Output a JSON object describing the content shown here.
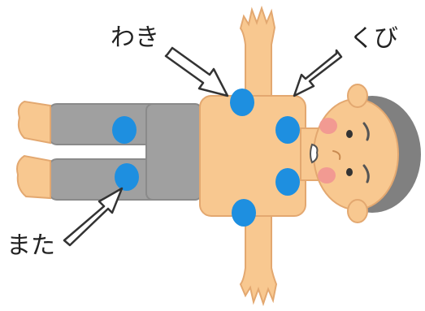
{
  "labels": {
    "armpit": "わき",
    "neck": "くび",
    "groin": "また"
  },
  "colors": {
    "skin": "#F8C890",
    "skin_outline": "#E3A870",
    "pants": "#A0A0A0",
    "pants_outline": "#8A8A8A",
    "hair": "#808080",
    "cheek": "#F29A92",
    "cooling_spot": "#1E8FE0",
    "arrow_stroke": "#333333",
    "arrow_fill": "#ffffff",
    "text": "#222222"
  },
  "icons": {
    "cooling_spot": "blue-ice-pack-dot",
    "pointer": "outlined-arrow"
  }
}
